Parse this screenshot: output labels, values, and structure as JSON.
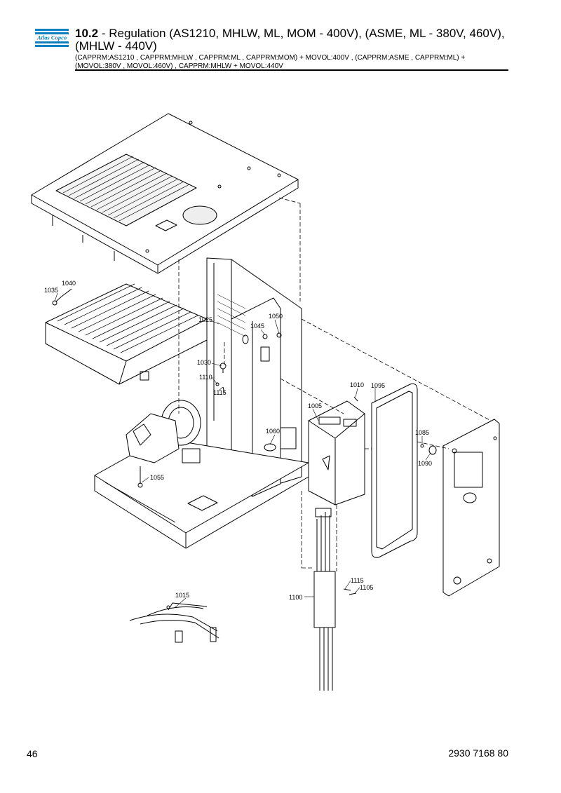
{
  "brand": {
    "name": "Atlas Copco",
    "color": "#0d80c2"
  },
  "header": {
    "section": "10.2",
    "title": "- Regulation (AS1210, MHLW, ML, MOM - 400V), (ASME, ML - 380V, 460V), (MHLW - 440V)",
    "subtitle": "(CAPPRM:AS1210 , CAPPRM:MHLW , CAPPRM:ML , CAPPRM:MOM) + MOVOL:400V , (CAPPRM:ASME , CAPPRM:ML) + (MOVOL:380V , MOVOL:460V) , CAPPRM:MHLW + MOVOL:440V"
  },
  "callouts": {
    "c1040": "1040",
    "c1035": "1035",
    "c1025": "1025",
    "c1045": "1045",
    "c1050": "1050",
    "c1030": "1030",
    "c1110a": "1110",
    "c1115a": "1115",
    "c1010": "1010",
    "c1095": "1095",
    "c1005": "1005",
    "c1060": "1060",
    "c1085": "1085",
    "c1090": "1090",
    "c1055": "1055",
    "c1015": "1015",
    "c1115b": "1115",
    "c1105": "1105",
    "c1100": "1100"
  },
  "footer": {
    "page_number": "46",
    "document_number": "2930 7168 80"
  }
}
